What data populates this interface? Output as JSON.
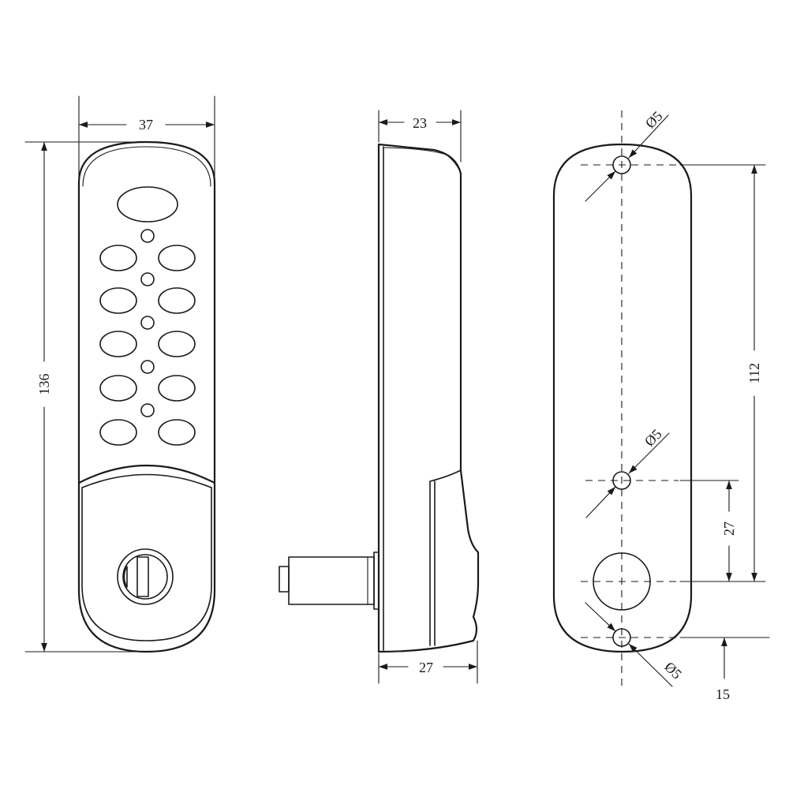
{
  "front_view": {
    "width_label": "37",
    "height_label": "136"
  },
  "side_view": {
    "depth_label": "23",
    "total_depth_label": "27"
  },
  "back_view": {
    "hole_top_label": "Ø5",
    "hole_mid_label": "Ø5",
    "hole_bottom_label": "Ø5",
    "span_label": "112",
    "offset_label": "27",
    "bottom_offset_label": "15"
  },
  "colors": {
    "line": "#1a1a1a",
    "background": "#ffffff"
  }
}
